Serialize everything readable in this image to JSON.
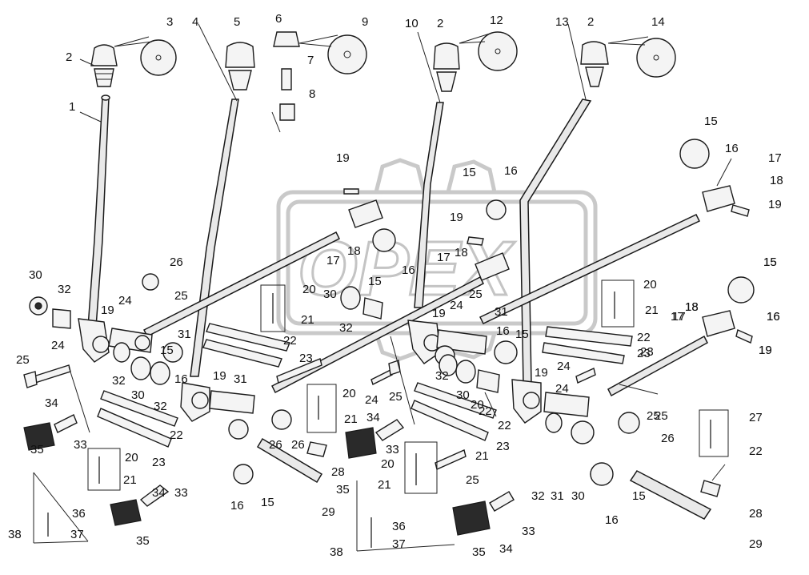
{
  "watermark": {
    "text": "OPEX"
  },
  "callouts": [
    {
      "id": "c1",
      "text": "1"
    },
    {
      "id": "c2a",
      "text": "2"
    },
    {
      "id": "c3",
      "text": "3"
    },
    {
      "id": "c4",
      "text": "4"
    },
    {
      "id": "c5",
      "text": "5"
    },
    {
      "id": "c6",
      "text": "6"
    },
    {
      "id": "c7",
      "text": "7"
    },
    {
      "id": "c8",
      "text": "8"
    },
    {
      "id": "c9",
      "text": "9"
    },
    {
      "id": "c10",
      "text": "10"
    },
    {
      "id": "c2b",
      "text": "2"
    },
    {
      "id": "c12",
      "text": "12"
    },
    {
      "id": "c13",
      "text": "13"
    },
    {
      "id": "c2c",
      "text": "2"
    },
    {
      "id": "c14",
      "text": "14"
    },
    {
      "id": "c15a",
      "text": "15"
    },
    {
      "id": "c16a",
      "text": "16"
    },
    {
      "id": "c17a",
      "text": "17"
    },
    {
      "id": "c18a",
      "text": "18"
    },
    {
      "id": "c19a",
      "text": "19"
    },
    {
      "id": "c19b",
      "text": "19"
    },
    {
      "id": "c15b",
      "text": "15"
    },
    {
      "id": "c16b",
      "text": "16"
    },
    {
      "id": "c19c",
      "text": "19"
    },
    {
      "id": "c18b",
      "text": "18"
    },
    {
      "id": "c17b",
      "text": "17"
    },
    {
      "id": "c18c",
      "text": "18"
    },
    {
      "id": "c16c",
      "text": "16"
    },
    {
      "id": "c15c",
      "text": "15"
    },
    {
      "id": "c17c",
      "text": "17"
    },
    {
      "id": "c15d",
      "text": "15"
    },
    {
      "id": "c16d",
      "text": "16"
    },
    {
      "id": "c20a",
      "text": "20"
    },
    {
      "id": "c21a",
      "text": "21"
    },
    {
      "id": "c22a",
      "text": "22"
    },
    {
      "id": "c23a",
      "text": "23"
    },
    {
      "id": "c18d",
      "text": "18"
    },
    {
      "id": "c19d",
      "text": "19"
    },
    {
      "id": "c17d",
      "text": "17"
    },
    {
      "id": "c25a",
      "text": "25"
    },
    {
      "id": "c26a",
      "text": "26"
    },
    {
      "id": "c30a",
      "text": "30"
    },
    {
      "id": "c32a",
      "text": "32"
    },
    {
      "id": "c26b",
      "text": "26"
    },
    {
      "id": "c25b",
      "text": "25"
    },
    {
      "id": "c24a",
      "text": "24"
    },
    {
      "id": "c19e",
      "text": "19"
    },
    {
      "id": "c31a",
      "text": "31"
    },
    {
      "id": "c15e",
      "text": "15"
    },
    {
      "id": "c25c",
      "text": "25"
    },
    {
      "id": "c24b",
      "text": "24"
    },
    {
      "id": "c32b",
      "text": "32"
    },
    {
      "id": "c30b",
      "text": "30"
    },
    {
      "id": "c32c",
      "text": "32"
    },
    {
      "id": "c16e",
      "text": "16"
    },
    {
      "id": "c19f",
      "text": "19"
    },
    {
      "id": "c31b",
      "text": "31"
    },
    {
      "id": "c34a",
      "text": "34"
    },
    {
      "id": "c33a",
      "text": "33"
    },
    {
      "id": "c35a",
      "text": "35"
    },
    {
      "id": "c20b",
      "text": "20"
    },
    {
      "id": "c21b",
      "text": "21"
    },
    {
      "id": "c23b",
      "text": "23"
    },
    {
      "id": "c22b",
      "text": "22"
    },
    {
      "id": "c26c",
      "text": "26"
    },
    {
      "id": "c16f",
      "text": "16"
    },
    {
      "id": "c15f",
      "text": "15"
    },
    {
      "id": "c34b",
      "text": "34"
    },
    {
      "id": "c33b",
      "text": "33"
    },
    {
      "id": "c35b",
      "text": "35"
    },
    {
      "id": "c36a",
      "text": "36"
    },
    {
      "id": "c37a",
      "text": "37"
    },
    {
      "id": "c38a",
      "text": "38"
    },
    {
      "id": "c20c",
      "text": "20"
    },
    {
      "id": "c30c",
      "text": "30"
    },
    {
      "id": "c32d",
      "text": "32"
    },
    {
      "id": "c21c",
      "text": "21"
    },
    {
      "id": "c23c",
      "text": "23"
    },
    {
      "id": "c24c",
      "text": "24"
    },
    {
      "id": "c25d",
      "text": "25"
    },
    {
      "id": "c20d",
      "text": "20"
    },
    {
      "id": "c21d",
      "text": "21"
    },
    {
      "id": "c34c",
      "text": "34"
    },
    {
      "id": "c33c",
      "text": "33"
    },
    {
      "id": "c28a",
      "text": "28"
    },
    {
      "id": "c35c",
      "text": "35"
    },
    {
      "id": "c29a",
      "text": "29"
    },
    {
      "id": "c20e",
      "text": "20"
    },
    {
      "id": "c21e",
      "text": "21"
    },
    {
      "id": "c24d",
      "text": "24"
    },
    {
      "id": "c25e",
      "text": "25"
    },
    {
      "id": "c36b",
      "text": "36"
    },
    {
      "id": "c37b",
      "text": "37"
    },
    {
      "id": "c38b",
      "text": "38"
    },
    {
      "id": "c24e",
      "text": "24"
    },
    {
      "id": "c25f",
      "text": "25"
    },
    {
      "id": "c31c",
      "text": "31"
    },
    {
      "id": "c16g",
      "text": "16"
    },
    {
      "id": "c15g",
      "text": "15"
    },
    {
      "id": "c19g",
      "text": "19"
    },
    {
      "id": "c32e",
      "text": "32"
    },
    {
      "id": "c30d",
      "text": "30"
    },
    {
      "id": "c22c",
      "text": "22"
    },
    {
      "id": "c23d",
      "text": "23"
    },
    {
      "id": "c19h",
      "text": "19"
    },
    {
      "id": "c24f",
      "text": "24"
    },
    {
      "id": "c22d",
      "text": "22"
    },
    {
      "id": "c32f",
      "text": "32"
    },
    {
      "id": "c31d",
      "text": "31"
    },
    {
      "id": "c30e",
      "text": "30"
    },
    {
      "id": "c26d",
      "text": "26"
    },
    {
      "id": "c25g",
      "text": "25"
    },
    {
      "id": "c33d",
      "text": "33"
    },
    {
      "id": "c34d",
      "text": "34"
    },
    {
      "id": "c35d",
      "text": "35"
    },
    {
      "id": "c15h",
      "text": "15"
    },
    {
      "id": "c16h",
      "text": "16"
    },
    {
      "id": "c20f",
      "text": "20"
    },
    {
      "id": "c21f",
      "text": "21"
    },
    {
      "id": "c22e",
      "text": "22"
    },
    {
      "id": "c23e",
      "text": "23"
    },
    {
      "id": "c17e",
      "text": "17"
    },
    {
      "id": "c18e",
      "text": "18"
    },
    {
      "id": "c19i",
      "text": "19"
    },
    {
      "id": "c15i",
      "text": "15"
    },
    {
      "id": "c16i",
      "text": "16"
    },
    {
      "id": "c27a",
      "text": "27"
    },
    {
      "id": "c22f",
      "text": "22"
    },
    {
      "id": "c28b",
      "text": "28"
    },
    {
      "id": "c29b",
      "text": "29"
    }
  ]
}
